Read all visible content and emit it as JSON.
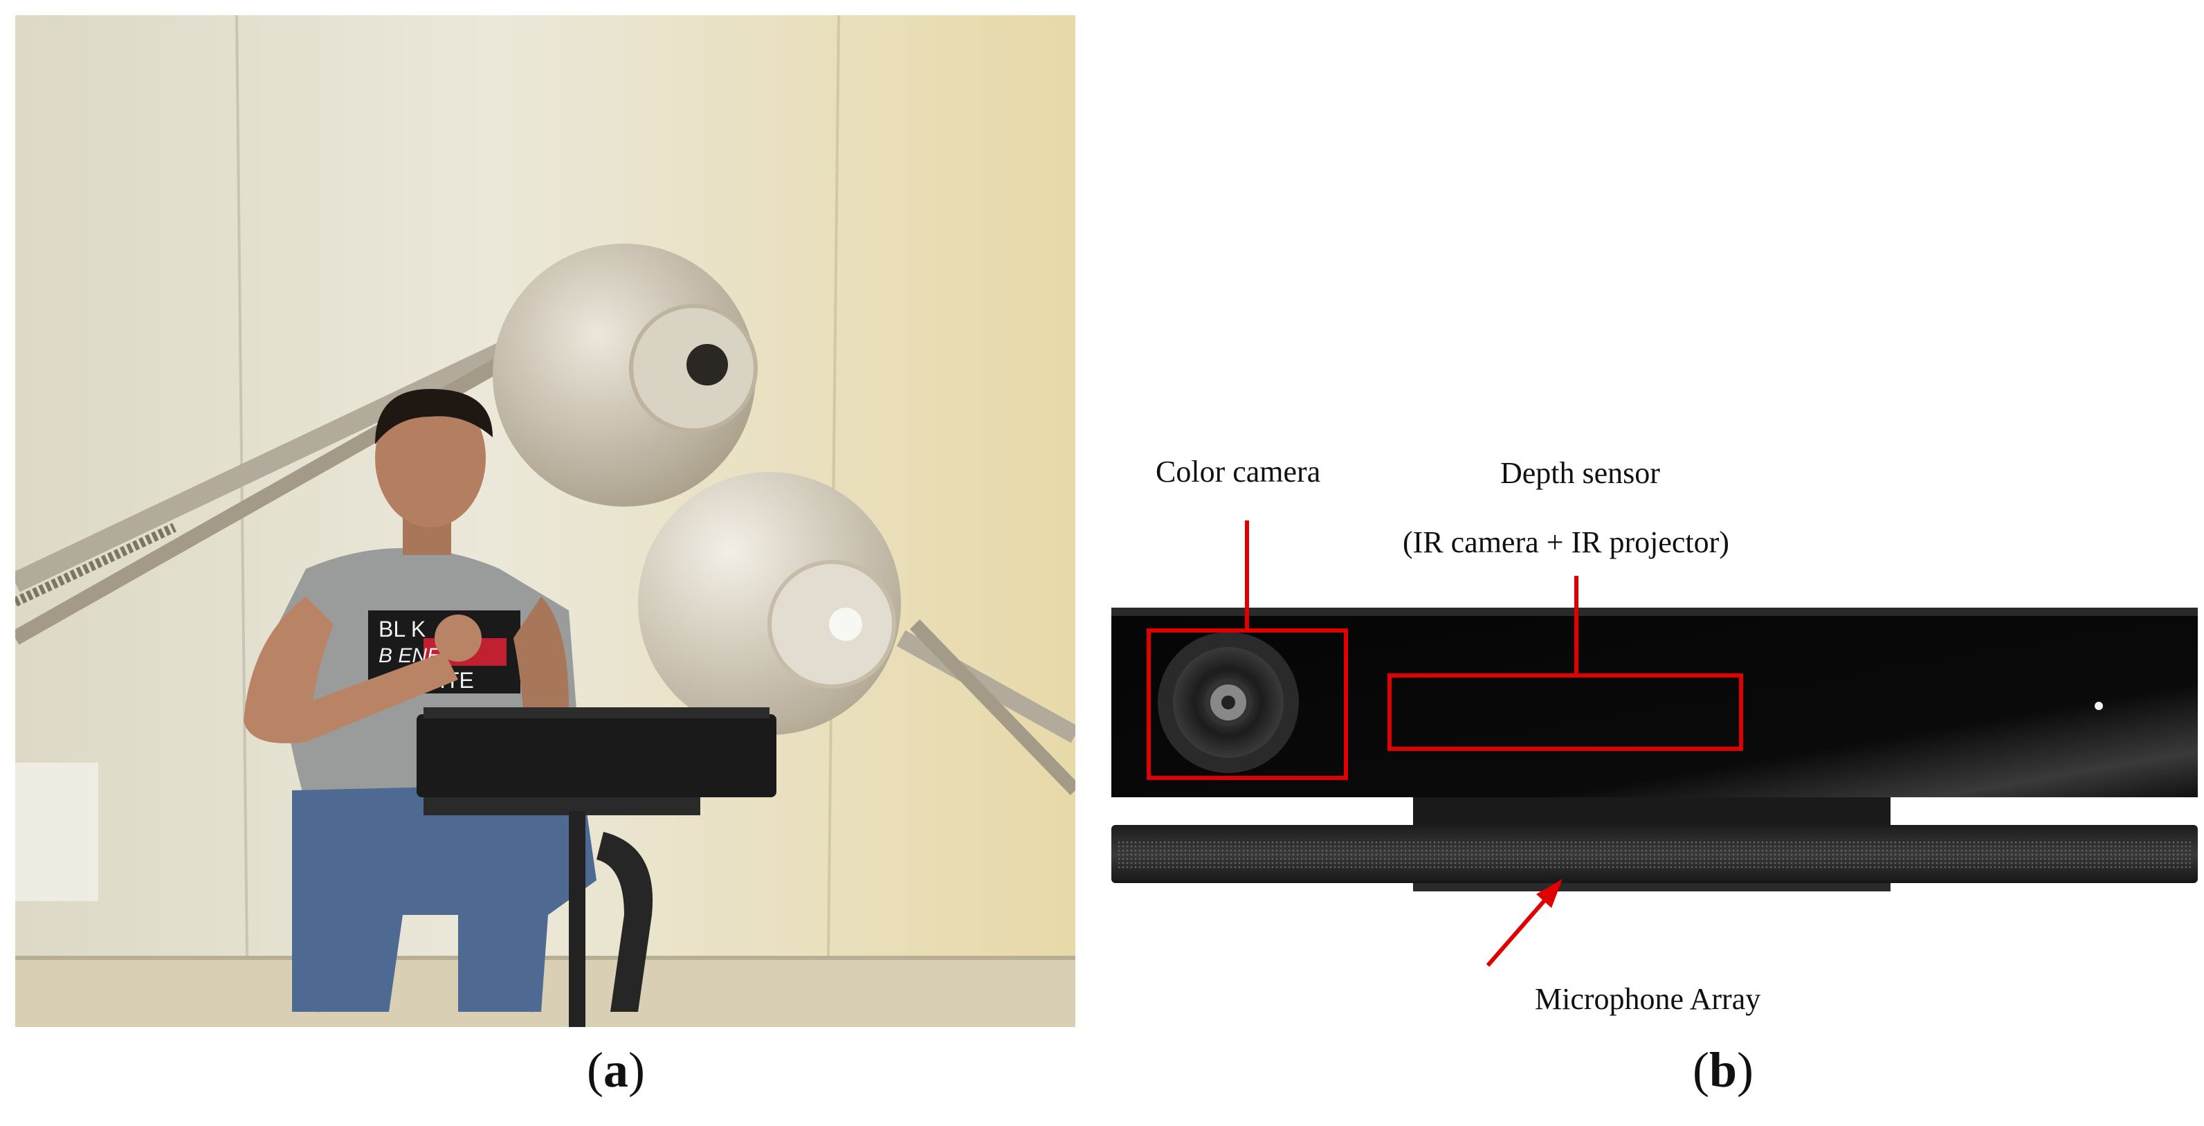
{
  "panels": {
    "a": {
      "caption_letter": "a",
      "shirt_text": {
        "line1": "BL    K",
        "line2": "B      ENE",
        "line3": "HITE"
      }
    },
    "b": {
      "caption_letter": "b",
      "labels": {
        "color_camera": "Color camera",
        "depth_sensor": "Depth sensor",
        "depth_sensor_detail": "(IR camera + IR projector)",
        "microphone_array": "Microphone Array"
      },
      "annotation_color": "#e00000"
    }
  },
  "colors": {
    "wall": "#e9e6d6",
    "lamp": "#d8d2c4",
    "shirt": "#9a9c9b",
    "jeans": "#4f6a92",
    "sensor_body": "#0a0a0a"
  }
}
